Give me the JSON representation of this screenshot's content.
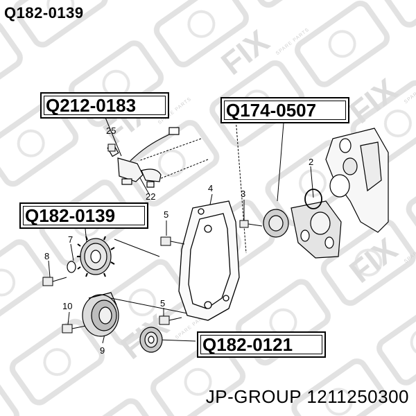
{
  "page_title": "Q182-0139",
  "footer_text": "JP-GROUP 1211250300",
  "watermark": {
    "logo_text": "FIX",
    "tagline": "SPARE PARTS"
  },
  "callouts": {
    "sensor": "Q212-0183",
    "water_pump": "Q174-0507",
    "crank_gear": "Q182-0139",
    "small_gear": "Q182-0121"
  },
  "part_numbers": {
    "p25": "25",
    "p22": "22",
    "p4": "4",
    "p3": "3",
    "p2": "2",
    "p5a": "5",
    "p5b": "5",
    "p7": "7",
    "p8": "8",
    "p10": "10",
    "p9": "9"
  }
}
